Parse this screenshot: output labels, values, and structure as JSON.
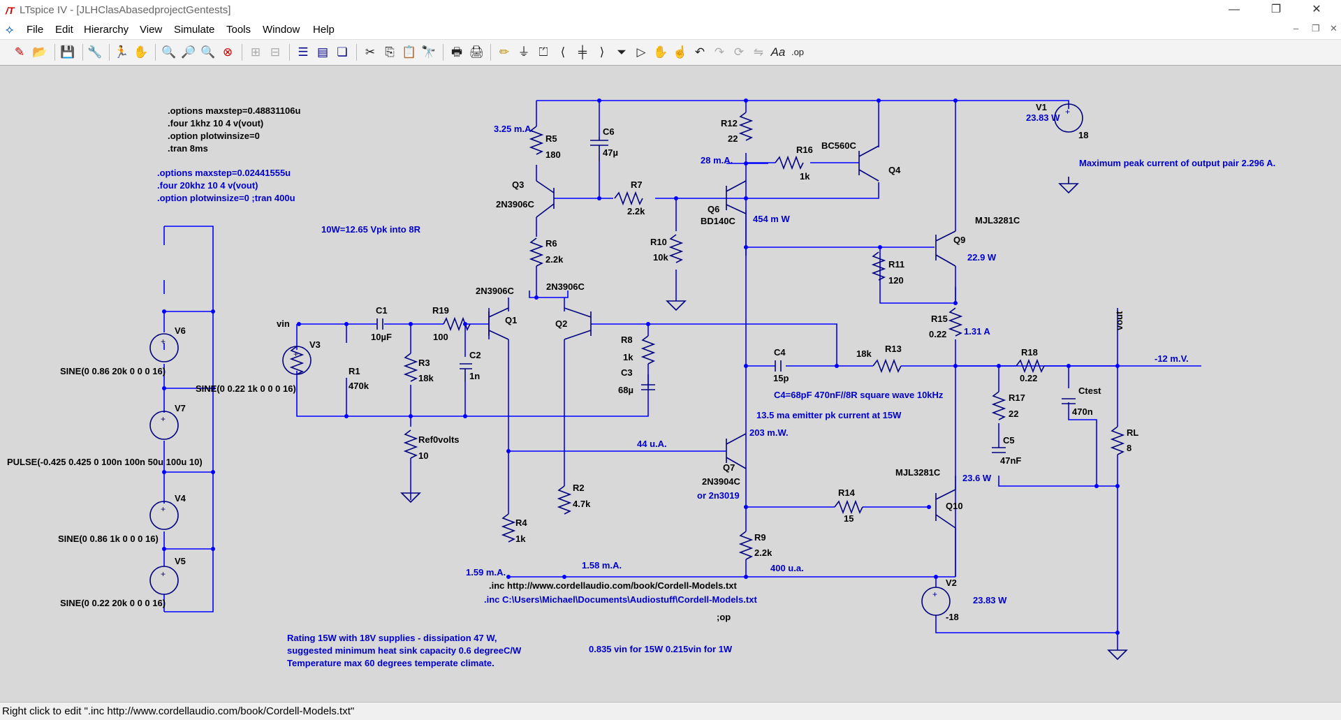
{
  "window": {
    "title": "LTspice IV - [JLHClasAbasedprojectGentests]",
    "controls": {
      "minimize": "—",
      "restore": "❐",
      "close": "✕"
    },
    "mdi_controls": {
      "minimize": "–",
      "restore": "❐",
      "close": "✕"
    }
  },
  "menu": {
    "items": [
      "File",
      "Edit",
      "Hierarchy",
      "View",
      "Simulate",
      "Tools",
      "Window",
      "Help"
    ]
  },
  "toolbar": {
    "icons": [
      "new-schematic",
      "open",
      "save",
      "control-panel",
      "run",
      "halt",
      "zoom-in",
      "pan",
      "zoom-out",
      "zoom-fit",
      "autorange-horizontal",
      "autorange-vertical",
      "tile-horizontal",
      "tile-vertical",
      "cascade",
      "cut",
      "copy",
      "paste",
      "find",
      "print-setup",
      "print",
      "draw-wire",
      "ground",
      "label-net",
      "component",
      "resistor",
      "capacitor",
      "inductor",
      "diode",
      "move",
      "drag",
      "undo",
      "redo",
      "rotate",
      "mirror",
      "text",
      "spice-directive"
    ]
  },
  "colors": {
    "wire": "#0000ff",
    "component": "#000080",
    "label": "#000000",
    "accent_text": "#0000cc",
    "background": "#d8d8d8"
  },
  "schematic": {
    "directives_black": [
      ".options maxstep=0.48831106u",
      ".four 1khz 10 4 v(vout)",
      ".option plotwinsize=0",
      ".tran 8ms"
    ],
    "directives_blue": [
      ".options maxstep=0.02441555u",
      ".four 20khz 10 4 v(vout)",
      ".option plotwinsize=0     ;tran 400u"
    ],
    "notes": {
      "power_note": "10W=12.65 Vpk into 8R",
      "peak_current": "Maximum peak current of output pair 2.296 A.",
      "c4_note": "C4=68pF 470nF//8R square wave 10kHz",
      "emitter_note": "13.5 ma emitter pk current at 15W",
      "inc1": ".inc http://www.cordellaudio.com/book/Cordell-Models.txt",
      "inc2": ".inc C:\\Users\\Michael\\Documents\\Audiostuff\\Cordell-Models.txt",
      "op": ";op",
      "rating1": "Rating  15W  with 18V supplies - dissipation 47 W,",
      "rating2": "suggested minimum heat sink capacity 0.6  degreeC/W",
      "rating3": "Temperature max 60 degrees temperate climate.",
      "vin_note": "0.835 vin for 15W 0.215vin for 1W"
    },
    "labels": {
      "r5_current": "3.25 m.A.",
      "q6_current": "28 m.A.",
      "q6_power": "454 m W",
      "q9_power": "22.9 W",
      "r15_current": "1.31 A",
      "v1_power": "23.83 W",
      "vout_value": "-12  m.V.",
      "q7_power": "203 m.W.",
      "q7_bias": "44 u.A.",
      "q10_power": "23.6 W",
      "r4_current": "1.59 m.A.",
      "r2_current": "1.58 m.A.",
      "r9_current": "400 u.a.",
      "v2_power": "23.83 W"
    },
    "components": {
      "R5": "180",
      "C6": "47µ",
      "R12": "22",
      "R16": "1k",
      "Q4": "BC560C",
      "Q3": "2N3906C",
      "R7": "2.2k",
      "Q6": "BD140C",
      "R10": "10k",
      "R6": "2.2k",
      "Q9": "MJL3281C",
      "R11": "120",
      "Q1": "2N3906C",
      "Q2": "2N3906C",
      "C1": "10µF",
      "R19": "100",
      "R1": "470k",
      "R3": "18k",
      "C2": "1n",
      "R8": "1k",
      "C3": "68µ",
      "C4": "15p",
      "R13": "18k",
      "R15": "0.22",
      "R18": "0.22",
      "R17": "22",
      "C5": "47nF",
      "Ctest": "470n",
      "RL": "8",
      "Q7": "2N3904C",
      "Q7_alt": "or 2n3019",
      "R14": "15",
      "Q10": "MJL3281C",
      "R9": "2.2k",
      "R2": "4.7k",
      "R4": "1k",
      "Ref0volts": "10",
      "V1": "18",
      "V2": "-18"
    },
    "sources": {
      "V6": "SINE(0 0.86 20k 0 0 0 16)",
      "V7": "SINE(0 0.22 1k 0 0 0 16)",
      "V4": "PULSE(-0.425 0.425 0 100n 100n 50u 100u 10)",
      "V4b": "SINE(0 0.86 1k 0 0 0 16)",
      "V5": "SINE(0 0.22 20k 0 0 0 16)"
    },
    "nets": {
      "vin": "vin",
      "vout": "vout"
    }
  },
  "status": {
    "text": "Right click to edit \".inc http://www.cordellaudio.com/book/Cordell-Models.txt\""
  }
}
